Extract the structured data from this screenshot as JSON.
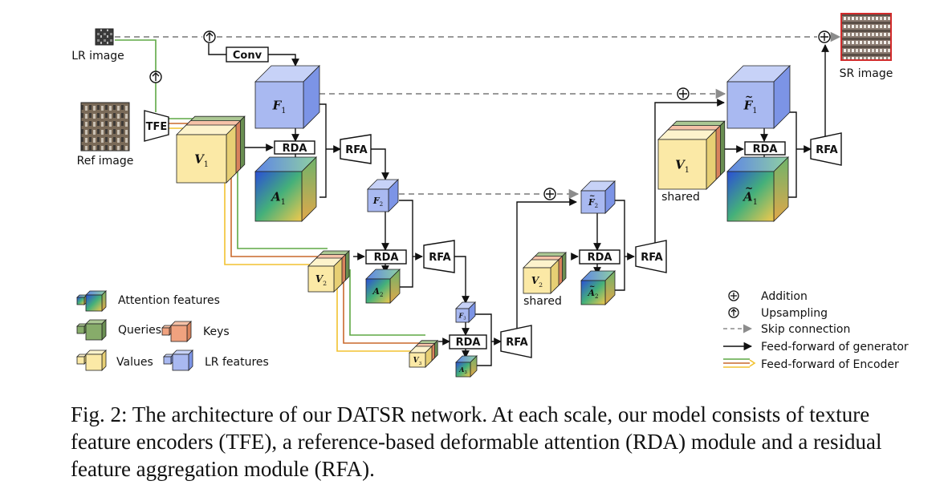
{
  "inputs": {
    "lr_image": "LR image",
    "ref_image": "Ref image",
    "sr_image": "SR image"
  },
  "blocks": {
    "tfe": "TFE",
    "conv": "Conv",
    "rda": "RDA",
    "rfa": "RFA"
  },
  "cubes": {
    "f1": {
      "main": "F",
      "sub": "1"
    },
    "a1": {
      "main": "A",
      "sub": "1"
    },
    "v1": {
      "main": "V",
      "sub": "1"
    },
    "f2": {
      "main": "F",
      "sub": "2"
    },
    "a2": {
      "main": "A",
      "sub": "2"
    },
    "v2": {
      "main": "V",
      "sub": "2"
    },
    "f3": {
      "main": "F",
      "sub": "3"
    },
    "a3": {
      "main": "A",
      "sub": "3"
    },
    "v3": {
      "main": "V",
      "sub": "3"
    },
    "f1t": {
      "main": "F",
      "sub": "1"
    },
    "a1t": {
      "main": "A",
      "sub": "1"
    },
    "f2t": {
      "main": "F",
      "sub": "2"
    },
    "a2t": {
      "main": "A",
      "sub": "2"
    },
    "v1s": {
      "main": "V",
      "sub": "1"
    },
    "v2s": {
      "main": "V",
      "sub": "2"
    }
  },
  "shared_label": "shared",
  "legend_left": {
    "attention": "Attention features",
    "queries": "Queries",
    "keys": "Keys",
    "values": "Values",
    "lr_features": "LR features"
  },
  "legend_right": {
    "addition": "Addition",
    "upsampling": "Upsampling",
    "skip": "Skip connection",
    "ff_generator": "Feed-forward of generator",
    "ff_encoder": "Feed-forward of Encoder"
  },
  "colors": {
    "lr_top": "#c7d2f7",
    "lr_front": "#a9b9f1",
    "lr_side": "#7c94e6",
    "values": "#fbe9a6",
    "keys": "#f0a27f",
    "queries": "#87ac6a",
    "skip": "#8c8c8c",
    "enc_green": "#5fa845",
    "enc_orange": "#c9692c",
    "enc_yellow": "#f2c230"
  },
  "caption": "Fig. 2: The architecture of our DATSR network. At each scale, our model consists of texture feature encoders (TFE), a reference-based deformable attention (RDA) module and a residual feature aggregation module (RFA)."
}
